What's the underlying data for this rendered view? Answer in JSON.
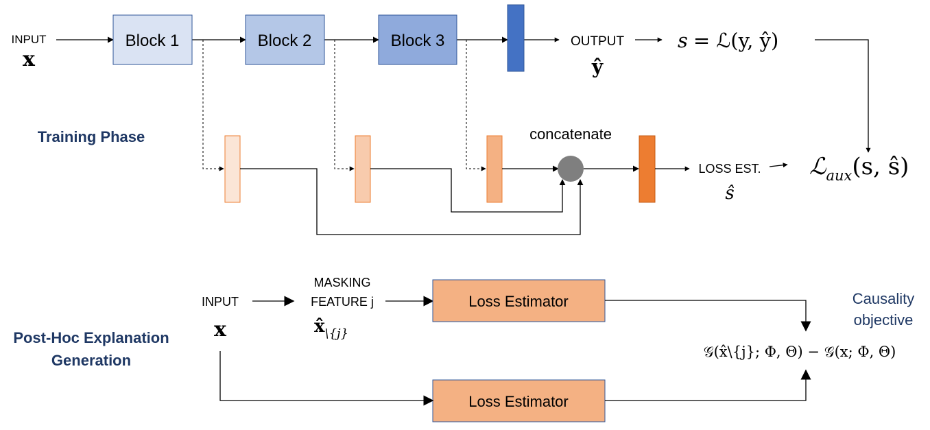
{
  "training": {
    "phase_label": "Training Phase",
    "input_label": "INPUT",
    "input_symbol": "x",
    "blocks": [
      "Block 1",
      "Block 2",
      "Block 3"
    ],
    "output_label": "OUTPUT",
    "output_symbol": "ŷ",
    "loss_eq_s": "s",
    "loss_eq_rest": "= ℒ(y, ŷ)",
    "concatenate_label": "concatenate",
    "loss_est_label": "LOSS EST.",
    "loss_est_symbol": "ŝ",
    "aux_loss_L": "ℒ",
    "aux_loss_sub": "aux",
    "aux_loss_args": "(s, ŝ)"
  },
  "posthoc": {
    "phase_label_line1": "Post-Hoc Explanation",
    "phase_label_line2": "Generation",
    "input_label": "INPUT",
    "input_symbol": "x",
    "masking_line1": "MASKING",
    "masking_line2": "FEATURE j",
    "masked_symbol": "x̂",
    "masked_subscript": "\\{j}",
    "estimator_top": "Loss Estimator",
    "estimator_bottom": "Loss Estimator",
    "objective_line1": "Causality",
    "objective_line2": "objective",
    "objective_formula": "𝒢(x̂\\{j}; Φ, Θ) − 𝒢(x; Φ, Θ)"
  },
  "colors": {
    "block1": "#dae3f3",
    "block2": "#b4c7e7",
    "block3": "#8faadc",
    "block_border": "#2f5597",
    "output_layer": "#4472c4",
    "est_1": "#fbe5d6",
    "est_2": "#f8cbad",
    "est_3": "#f4b183",
    "est_final": "#ed7d31",
    "estimator_fill": "#f4b183",
    "concat_node": "#7f7f7f",
    "heading": "#1f3864"
  }
}
